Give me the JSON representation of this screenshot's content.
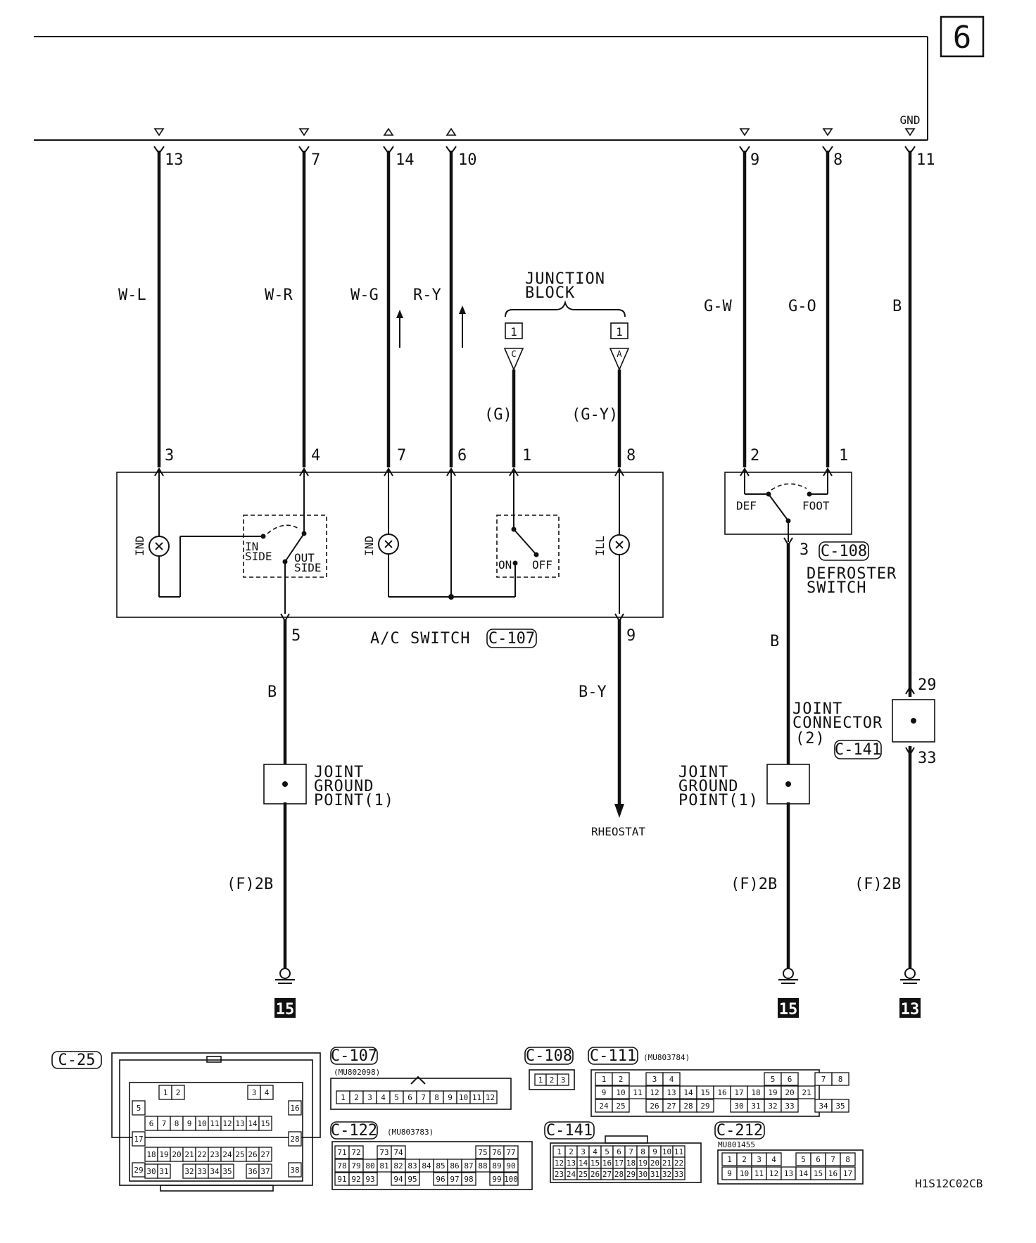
{
  "page_number": "6",
  "figure_code": "H1S12C02CB",
  "top_pins": [
    {
      "pin": "13",
      "wire": "W-L",
      "dir": "down"
    },
    {
      "pin": "7",
      "wire": "W-R",
      "dir": "down"
    },
    {
      "pin": "14",
      "wire": "W-G",
      "dir": "up"
    },
    {
      "pin": "10",
      "wire": "R-Y",
      "dir": "up"
    },
    {
      "pin": "9",
      "wire": "G-W",
      "dir": "down"
    },
    {
      "pin": "8",
      "wire": "G-O",
      "dir": "down"
    },
    {
      "pin": "11",
      "wire": "B",
      "dir": "down",
      "label": "GND"
    }
  ],
  "junction_block": {
    "title_line1": "JUNCTION",
    "title_line2": "BLOCK",
    "terminal_c": {
      "box": "1",
      "letter": "C",
      "wire": "(G)"
    },
    "terminal_a": {
      "box": "1",
      "letter": "A",
      "wire": "(G-Y)"
    }
  },
  "ac_switch": {
    "name": "A/C SWITCH",
    "connector": "C-107",
    "pins_top": [
      "3",
      "4",
      "7",
      "6",
      "1",
      "8"
    ],
    "pins_bottom": [
      "5",
      "9"
    ],
    "ind_label": "IND",
    "ill_label": "ILL",
    "inside_label_1": "IN",
    "inside_label_2": "SIDE",
    "outside_label_1": "OUT",
    "outside_label_2": "SIDE",
    "on_label": "ON",
    "off_label": "OFF"
  },
  "defroster_switch": {
    "name_line1": "DEFROSTER",
    "name_line2": "SWITCH",
    "connector": "C-108",
    "pins_top": [
      "2",
      "1"
    ],
    "pin_bottom": "3",
    "def_label": "DEF",
    "foot_label": "FOOT"
  },
  "bottom_wires": {
    "left_wire": "B",
    "rheostat_wire": "B-Y",
    "rheostat_label": "RHEOSTAT",
    "defroster_wire": "B",
    "ground_wire": "(F)2B"
  },
  "joint_ground_point": {
    "line1": "JOINT",
    "line2": "GROUND",
    "line3": "POINT(1)"
  },
  "joint_connector": {
    "line1": "JOINT",
    "line2": "CONNECTOR",
    "line3": "(2)",
    "connector": "C-141",
    "pin_top": "29",
    "pin_bottom": "33"
  },
  "ground_badges": [
    "15",
    "15",
    "13"
  ],
  "connectors": {
    "c25": {
      "name": "C-25"
    },
    "c107": {
      "name": "C-107",
      "part": "(MU802098)",
      "pins": [
        "1",
        "2",
        "3",
        "4",
        "5",
        "6",
        "7",
        "8",
        "9",
        "10",
        "11",
        "12"
      ]
    },
    "c108": {
      "name": "C-108",
      "pins": [
        "1",
        "2",
        "3"
      ]
    },
    "c111": {
      "name": "C-111",
      "part": "(MU803784)"
    },
    "c122": {
      "name": "C-122",
      "part": "(MU803783)"
    },
    "c141": {
      "name": "C-141"
    },
    "c212": {
      "name": "C-212",
      "part": "MU801455"
    }
  }
}
